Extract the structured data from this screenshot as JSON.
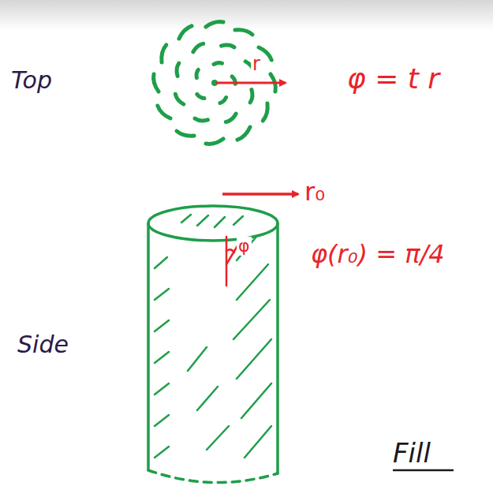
{
  "diagram": {
    "labels": [
      "Top",
      "r",
      "φ = t r",
      "r₀",
      "φ",
      "φ(r₀) = π/4",
      "Side",
      "Fill"
    ]
  }
}
